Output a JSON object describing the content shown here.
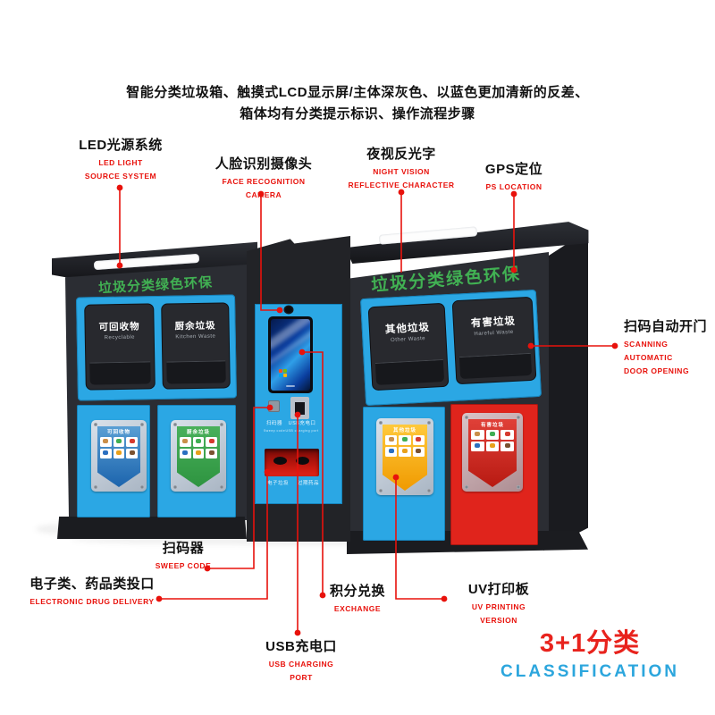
{
  "description": {
    "line1": "智能分类垃圾箱、触摸式LCD显示屏/主体深灰色、以蓝色更加清新的反差、",
    "line2": "箱体均有分类提示标识、操作流程步骤"
  },
  "callouts": {
    "led": {
      "zh": "LED光源系统",
      "en1": "LED LIGHT",
      "en2": "SOURCE SYSTEM"
    },
    "face": {
      "zh": "人脸识别摄像头",
      "en1": "FACE RECOGNITION CAMERA"
    },
    "night": {
      "zh": "夜视反光字",
      "en1": "NIGHT VISION",
      "en2": "REFLECTIVE CHARACTER"
    },
    "gps": {
      "zh": "GPS定位",
      "en1": "PS LOCATION"
    },
    "scan_door": {
      "zh": "扫码自动开门",
      "en1": "SCANNING AUTOMATIC",
      "en2": "DOOR OPENING"
    },
    "sweep": {
      "zh": "扫码器",
      "en1": "SWEEP CODE"
    },
    "electronic": {
      "zh": "电子类、药品类投口",
      "en1": "ELECTRONIC DRUG DELIVERY"
    },
    "usb": {
      "zh": "USB充电口",
      "en1": "USB CHARGING PORT"
    },
    "exchange": {
      "zh": "积分兑换",
      "en1": "EXCHANGE"
    },
    "uv": {
      "zh": "UV打印板",
      "en1": "UV PRINTING VERSION"
    }
  },
  "machine": {
    "banner_left": "垃圾分类绿色环保",
    "banner_right": "垃圾分类绿色环保",
    "bins": [
      {
        "zh": "可回收物",
        "en": "Recyclable"
      },
      {
        "zh": "厨余垃圾",
        "en": "Kitchen Waste"
      },
      {
        "zh": "其他垃圾",
        "en": "Other Waste"
      },
      {
        "zh": "有害垃圾",
        "en": "Hareful Waste"
      }
    ],
    "stickers": [
      "可回收物",
      "厨余垃圾",
      "其他垃圾",
      "有害垃圾"
    ],
    "panel_labels": {
      "scanner_zh": "扫码器",
      "scanner_en": "Sweep code",
      "usb_zh": "USB充电口",
      "usb_en": "USB charging port",
      "slot_left": "电子垃圾",
      "slot_right": "过期药品"
    }
  },
  "footer": {
    "title": "3+1分类",
    "subtitle": "CLASSIFICATION"
  },
  "colors": {
    "body_dark": "#2b2d33",
    "panel_blue": "#2ba7e4",
    "door_red": "#e0241c",
    "banner_green": "#41b153",
    "callout_red": "#e8120c",
    "footer_red": "#e8231d",
    "footer_blue": "#2ca6dd"
  }
}
